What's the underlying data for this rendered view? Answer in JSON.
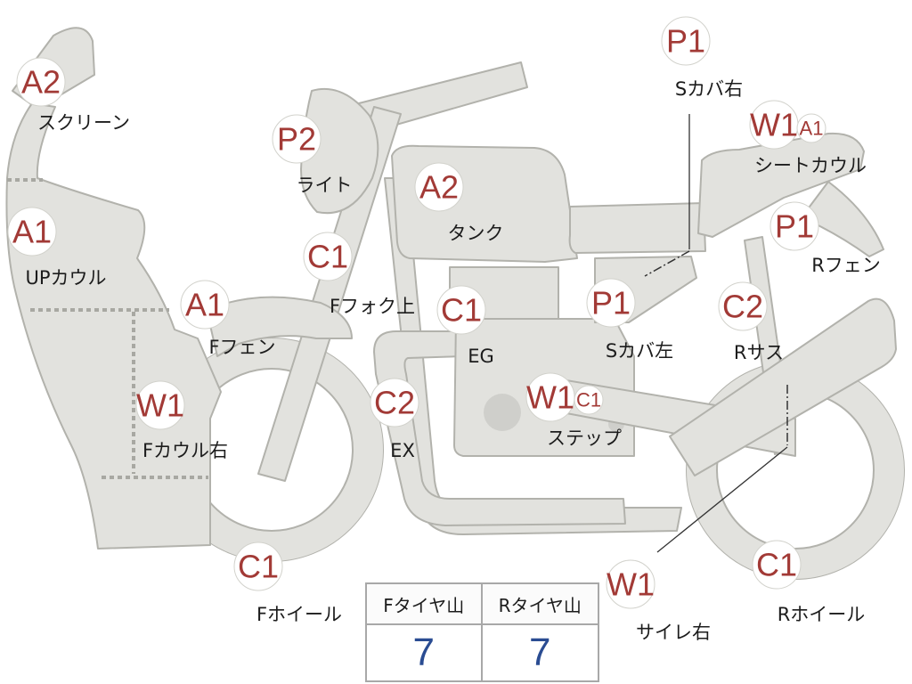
{
  "parts": [
    {
      "id": "screen",
      "grade": "A2",
      "label": "スクリーン"
    },
    {
      "id": "up-cowl",
      "grade": "A1",
      "label": "UPカウル"
    },
    {
      "id": "f-cowl-r",
      "grade": "W1",
      "label": "Fカウル右"
    },
    {
      "id": "f-fender",
      "grade": "A1",
      "label": "Fフェン"
    },
    {
      "id": "f-wheel",
      "grade": "C1",
      "label": "Fホイール"
    },
    {
      "id": "light",
      "grade": "P2",
      "label": "ライト"
    },
    {
      "id": "f-fork-up",
      "grade": "C1",
      "label": "Fフォク上"
    },
    {
      "id": "exhaust",
      "grade": "C2",
      "label": "EX"
    },
    {
      "id": "tank",
      "grade": "A2",
      "label": "タンク"
    },
    {
      "id": "engine",
      "grade": "C1",
      "label": "EG"
    },
    {
      "id": "step",
      "grade": "W1",
      "grade2": "C1",
      "label": "ステップ"
    },
    {
      "id": "s-cover-l",
      "grade": "P1",
      "label": "Sカバ左"
    },
    {
      "id": "s-cover-r",
      "grade": "P1",
      "label": "Sカバ右"
    },
    {
      "id": "seat-cowl",
      "grade": "W1",
      "grade2": "A1",
      "label": "シートカウル"
    },
    {
      "id": "r-fender",
      "grade": "P1",
      "label": "Rフェン"
    },
    {
      "id": "r-sus",
      "grade": "C2",
      "label": "Rサス"
    },
    {
      "id": "r-wheel",
      "grade": "C1",
      "label": "Rホイール"
    },
    {
      "id": "muffler-r",
      "grade": "W1",
      "label": "サイレ右"
    }
  ],
  "tire_table": {
    "headers": [
      "Fタイヤ山",
      "Rタイヤ山"
    ],
    "values": [
      "7",
      "7"
    ]
  }
}
